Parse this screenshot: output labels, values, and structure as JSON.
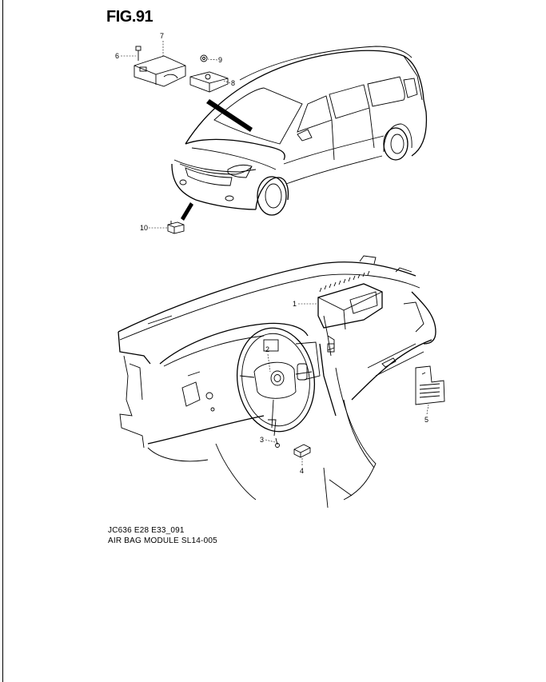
{
  "figure": {
    "title": "FIG.91",
    "code": "JC636 E28 E33_091",
    "caption": "AIR BAG MODULE SL14-005"
  },
  "callouts": [
    "1",
    "2",
    "3",
    "4",
    "5",
    "6",
    "7",
    "8",
    "9",
    "10"
  ]
}
